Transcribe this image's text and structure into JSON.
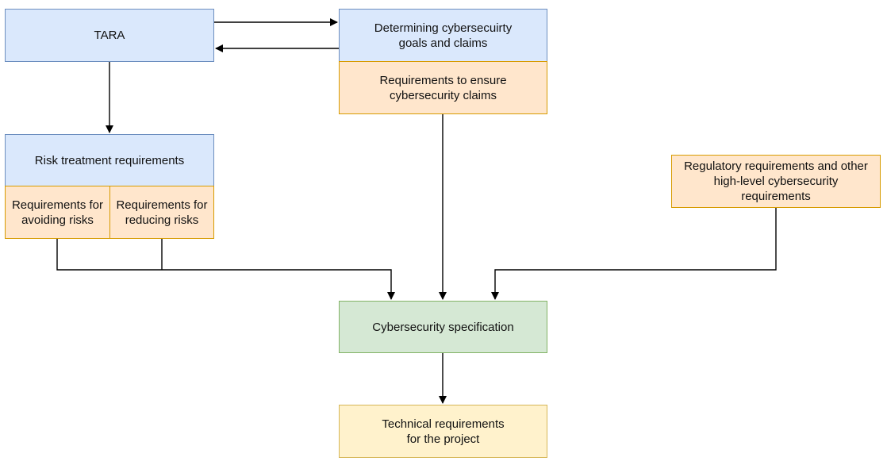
{
  "nodes": {
    "tara": "TARA",
    "goals": "Determining cybersecuirty\ngoals and claims",
    "ensure": "Requirements to ensure\ncybersecurity claims",
    "risk_treatment": "Risk treatment requirements",
    "avoiding": "Requirements for\navoiding risks",
    "reducing": "Requirements for\nreducing risks",
    "regulatory": "Regulatory requirements and other\nhigh-level cybersecurity\nrequirements",
    "specification": "Cybersecurity specification",
    "technical": "Technical requirements\nfor the project"
  },
  "colors": {
    "blue_fill": "#dae8fc",
    "blue_stroke": "#6c8ebf",
    "orange_fill": "#ffe6cc",
    "orange_stroke": "#d79b00",
    "green_fill": "#d5e8d4",
    "green_stroke": "#82b366",
    "yellow_fill": "#fff2cc",
    "yellow_stroke": "#d6b656",
    "connector": "#000000"
  }
}
